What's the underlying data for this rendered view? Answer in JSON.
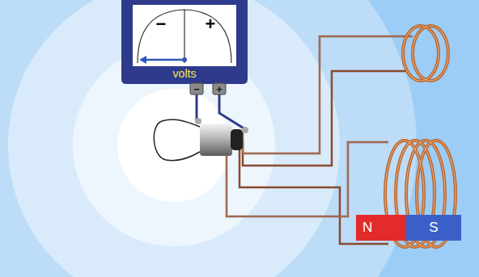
{
  "diagram": {
    "nodes": [
      {
        "text": [
          "volts"
        ]
      },
      {
        "text": [
          "N"
        ]
      },
      {
        "text": [
          "S"
        ]
      }
    ],
    "labels": [
      "−",
      "+",
      "−",
      "+"
    ]
  }
}
